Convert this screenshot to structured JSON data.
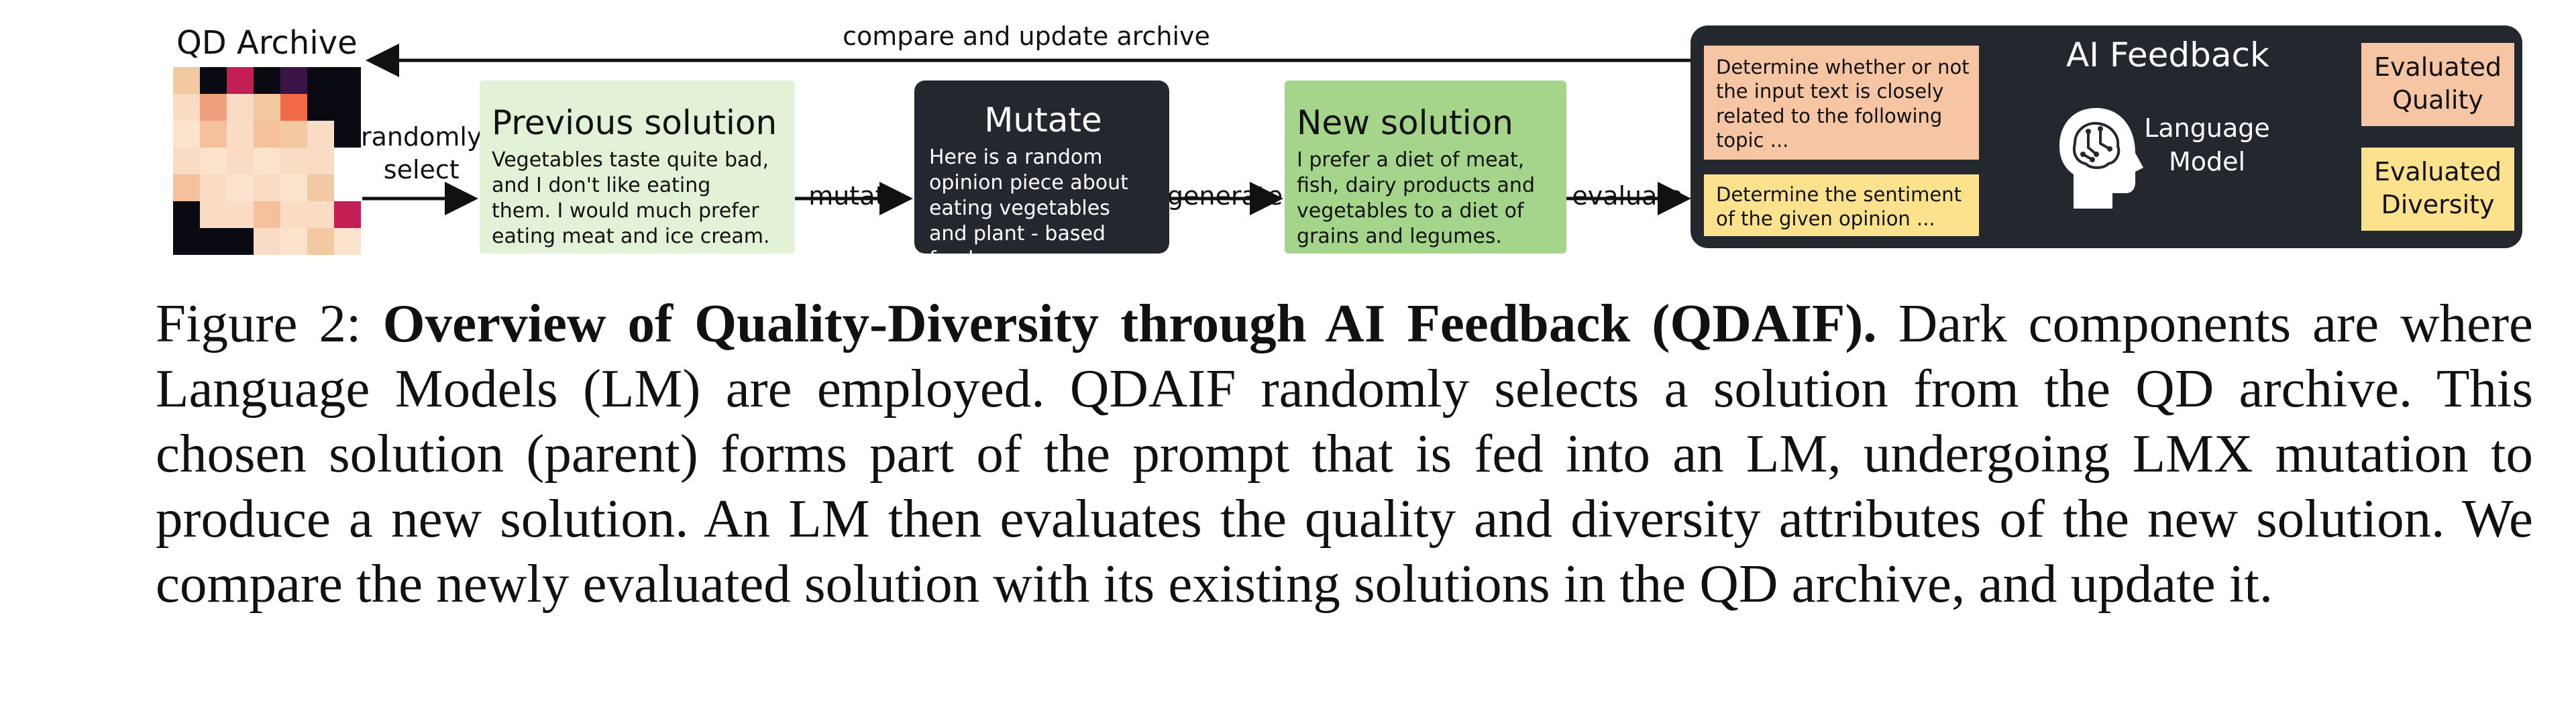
{
  "figure": {
    "archive_title": "QD Archive",
    "top_edge_label": "compare and update archive",
    "select_label_line1": "randomly",
    "select_label_line2": "select",
    "mutate_edge_label": "mutate",
    "generate_edge_label": "generate",
    "evaluate_edge_label": "evaluate",
    "previous_solution": {
      "title": "Previous solution",
      "text": "Vegetables taste quite bad, and I don't like eating them. I would much prefer eating meat and ice cream."
    },
    "mutate": {
      "title": "Mutate",
      "text": "Here is a random opinion piece about eating vegetables and plant - based foods: ..."
    },
    "new_solution": {
      "title": "New solution",
      "text": "I prefer a diet of meat, fish, dairy products and vegetables to a diet of grains and legumes."
    },
    "ai_feedback": {
      "title": "AI Feedback",
      "prompt_quality": "Determine whether or not  the input text is closely related to the following topic ...",
      "prompt_diversity": "Determine the sentiment of the given opinion ...",
      "lm_line1": "Language",
      "lm_line2": "Model",
      "eval_quality_line1": "Evaluated",
      "eval_quality_line2": "Quality",
      "eval_diversity_line1": "Evaluated",
      "eval_diversity_line2": "Diversity"
    },
    "icon": "human-head-brain-icon",
    "colors": {
      "dark": "#23272e",
      "light_green": "#e3f2d7",
      "green": "#a5d58b",
      "peach": "#f6c6a4",
      "yellow": "#fce28c"
    },
    "archive_heatmap": [
      [
        "#f3c9a2",
        "#0a0a12",
        "#c21f54",
        "#0a0a12",
        "#3a1445",
        "#0a0a12",
        "#0a0a12"
      ],
      [
        "#f9dcc3",
        "#f0a07c",
        "#f9dcc3",
        "#f3c9a2",
        "#f26a45",
        "#0a0a12",
        "#0a0a12"
      ],
      [
        "#fbe3cd",
        "#f6c09d",
        "#f9dcc3",
        "#f6c09d",
        "#f3c9a2",
        "#f9dcc3",
        "#0a0a12"
      ],
      [
        "#f9dcc3",
        "#fbe3cd",
        "#f9dcc3",
        "#fbe3cd",
        "#f9dcc3",
        "#f9dcc3",
        "#ffffff"
      ],
      [
        "#f6c09d",
        "#f9dcc3",
        "#fbe3cd",
        "#f9dcc3",
        "#fbe3cd",
        "#f3c9a2",
        "#ffffff"
      ],
      [
        "#0a0a12",
        "#f9dcc3",
        "#f9dcc3",
        "#f6c09d",
        "#f9dcc3",
        "#f9dcc3",
        "#c21f54"
      ],
      [
        "#0a0a12",
        "#0a0a12",
        "#0a0a12",
        "#f9dcc3",
        "#fbe3cd",
        "#f3c9a2",
        "#fbe3cd"
      ]
    ]
  },
  "caption": {
    "prefix": "Figure 2: ",
    "bold": "Overview of Quality-Diversity through AI Feedback (QDAIF).",
    "rest": " Dark components are where Language Models (LM) are employed.  QDAIF randomly selects a solution from the QD archive. This chosen solution (parent) forms part of the prompt that is fed into an LM, undergoing LMX mutation to produce a new solution. An LM then evaluates the quality and diversity attributes of the new solution. We compare the newly evaluated solution with its existing solutions in the QD archive, and update it."
  }
}
